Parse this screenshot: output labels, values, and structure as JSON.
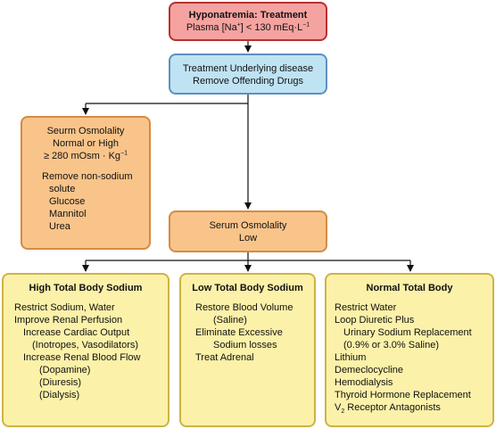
{
  "diagram": {
    "top": {
      "title": "Hyponatremia: Treatment",
      "line2_prefix": "Plasma [Na",
      "line2_sup1": "+",
      "line2_mid": "] < 130 mEq·L",
      "line2_sup2": "−1"
    },
    "underlying": {
      "line1": "Treatment Underlying disease",
      "line2": "Remove Offending Drugs"
    },
    "osmo_high": {
      "line1": "Seurm Osmolality",
      "line2": "Normal or High",
      "line3_prefix": "≥ 280 mOsm · Kg",
      "line3_sup": "−1",
      "line4": "Remove non-sodium",
      "line5": "solute",
      "line6": "Glucose",
      "line7": "Mannitol",
      "line8": "Urea"
    },
    "osmo_low": {
      "line1": "Serum Osmolality",
      "line2": "Low"
    },
    "high_sodium": {
      "title": "High Total Body Sodium",
      "items": [
        "Restrict Sodium, Water",
        "Improve Renal Perfusion",
        "Increase Cardiac Output",
        "(Inotropes, Vasodilators)",
        "Increase Renal Blood Flow",
        "(Dopamine)",
        "(Diuresis)",
        "(Dialysis)"
      ]
    },
    "low_sodium": {
      "title": "Low Total Body Sodium",
      "items": [
        "Restore Blood Volume",
        "(Saline)",
        "Eliminate Excessive",
        "Sodium losses",
        "Treat Adrenal"
      ]
    },
    "normal_body": {
      "title": "Normal Total Body",
      "items": [
        "Restrict Water",
        "Loop Diuretic Plus",
        "Urinary Sodium Replacement",
        "(0.9% or 3.0% Saline)",
        "Lithium",
        "Demeclocycline",
        "Hemodialysis",
        "Thyroid Hormone Replacement"
      ],
      "last_prefix": "V",
      "last_sub": "2",
      "last_suffix": " Receptor Antagonists"
    }
  }
}
